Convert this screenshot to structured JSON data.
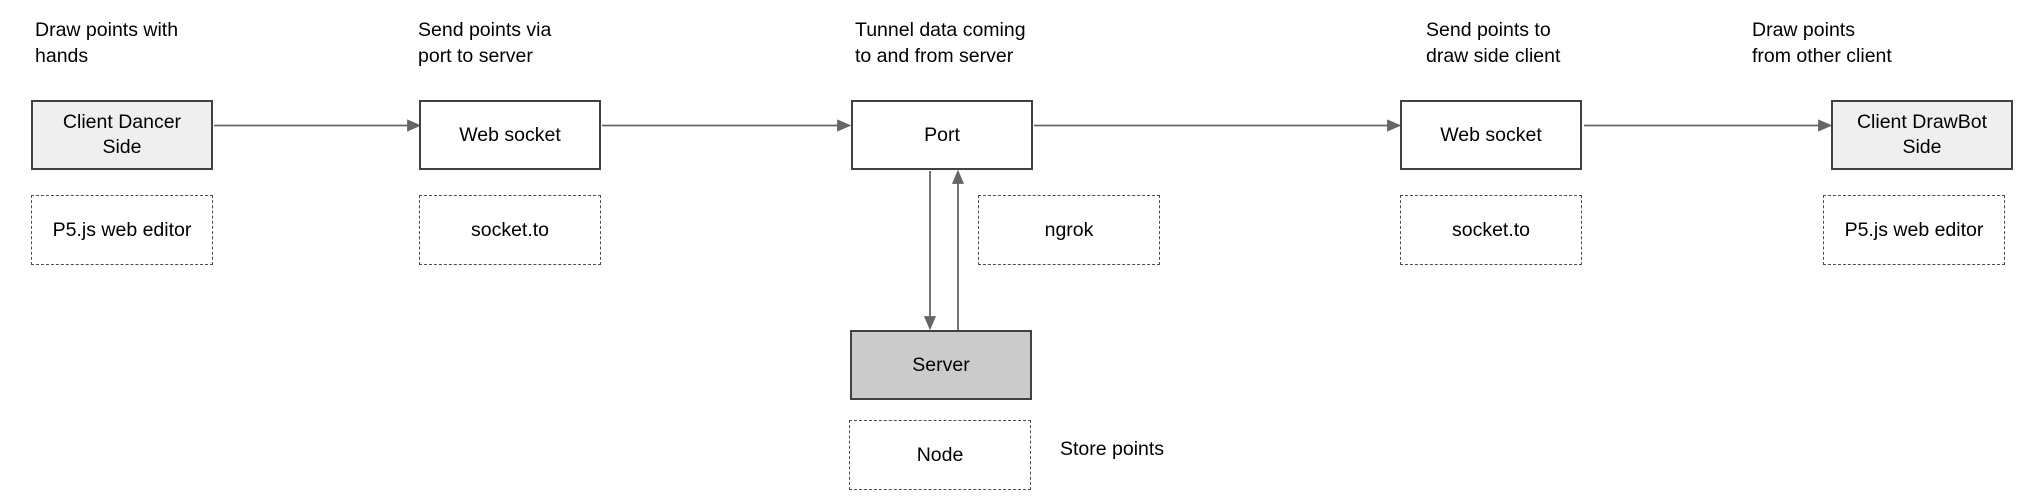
{
  "diagram": {
    "captions": {
      "col1": "Draw points with\nhands",
      "col2": "Send points via\nport to server",
      "col3": "Tunnel data coming\nto and from server",
      "col4": "Send points to\ndraw side client",
      "col5": "Draw points\nfrom other client"
    },
    "nodes": {
      "client_dancer": "Client Dancer\nSide",
      "web_socket_left": "Web socket",
      "port": "Port",
      "web_socket_right": "Web socket",
      "client_drawbot": "Client DrawBot\nSide",
      "server": "Server",
      "p5_editor_left": "P5.js web editor",
      "socket_to_left": "socket.to",
      "ngrok": "ngrok",
      "socket_to_right": "socket.to",
      "p5_editor_right": "P5.js web editor"
    },
    "annotations": {
      "store_points": "Store points"
    },
    "edges": [
      {
        "from": "client_dancer",
        "to": "web_socket_left",
        "direction": "right"
      },
      {
        "from": "web_socket_left",
        "to": "port",
        "direction": "right"
      },
      {
        "from": "port",
        "to": "web_socket_right",
        "direction": "right"
      },
      {
        "from": "web_socket_right",
        "to": "client_drawbot",
        "direction": "right"
      },
      {
        "from": "port",
        "to": "server",
        "direction": "down"
      },
      {
        "from": "server",
        "to": "port",
        "direction": "up"
      }
    ],
    "colors": {
      "background": "#ffffff",
      "solid_border": "#414141",
      "light_fill": "#efefef",
      "white_fill": "#ffffff",
      "server_fill": "#cbcbcb",
      "dashed_border": "#4d4d4d",
      "connector": "#666666",
      "dotted_line": "#b3b3b3",
      "text": "#000000"
    }
  }
}
